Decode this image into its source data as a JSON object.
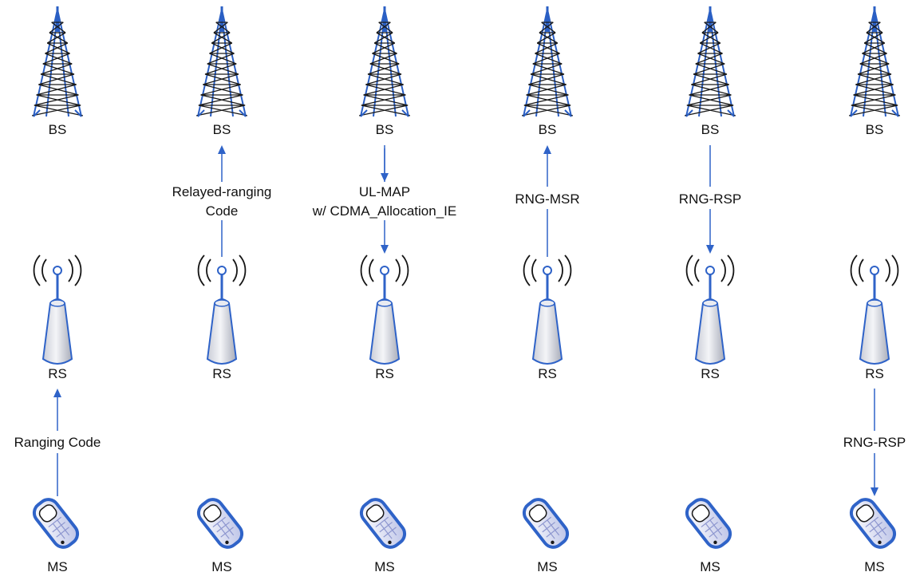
{
  "colors": {
    "accent": "#2f63c8",
    "ink": "#111111",
    "tower": "#2a5fc4"
  },
  "nodes": {
    "bs": "BS",
    "rs": "RS",
    "ms": "MS"
  },
  "columns": [
    {
      "message": [
        "",
        ""
      ],
      "message_link": "",
      "message_direction": "",
      "bottom_label": "Ranging Code",
      "bottom_direction": "up"
    },
    {
      "message": [
        "Relayed-ranging",
        "Code"
      ],
      "message_link": "rs-to-bs",
      "message_direction": "up",
      "bottom_label": "",
      "bottom_direction": ""
    },
    {
      "message": [
        "UL-MAP",
        "w/ CDMA_Allocation_IE"
      ],
      "message_link": "bs-to-rs",
      "message_direction": "down",
      "bottom_label": "",
      "bottom_direction": ""
    },
    {
      "message": [
        "RNG-MSR",
        ""
      ],
      "message_link": "rs-to-bs",
      "message_direction": "up",
      "bottom_label": "",
      "bottom_direction": ""
    },
    {
      "message": [
        "RNG-RSP",
        ""
      ],
      "message_link": "bs-to-rs",
      "message_direction": "down",
      "bottom_label": "",
      "bottom_direction": ""
    },
    {
      "message": [
        "",
        ""
      ],
      "message_link": "",
      "message_direction": "",
      "bottom_label": "RNG-RSP",
      "bottom_direction": "down"
    }
  ]
}
